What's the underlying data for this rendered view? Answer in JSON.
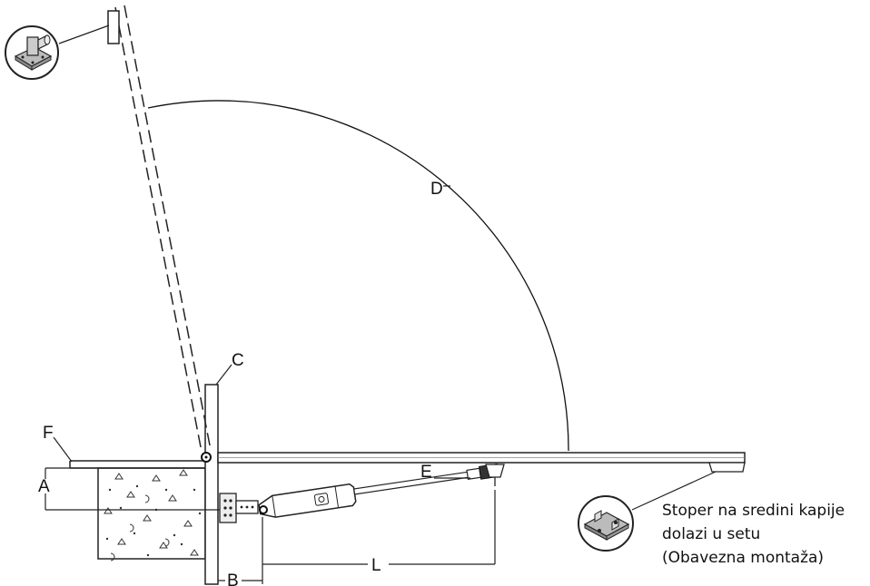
{
  "labels": {
    "a": "A",
    "b": "B",
    "c": "C",
    "d": "D",
    "e": "E",
    "f": "F",
    "l": "L"
  },
  "note": {
    "line1": "Stoper na sredini kapije",
    "line2": "dolazi u setu",
    "line3": "(Obavezna montaža)"
  },
  "icons": {
    "top_left_callout": "gate-stopper-post-icon",
    "bottom_right_callout": "gate-center-stopper-icon"
  }
}
